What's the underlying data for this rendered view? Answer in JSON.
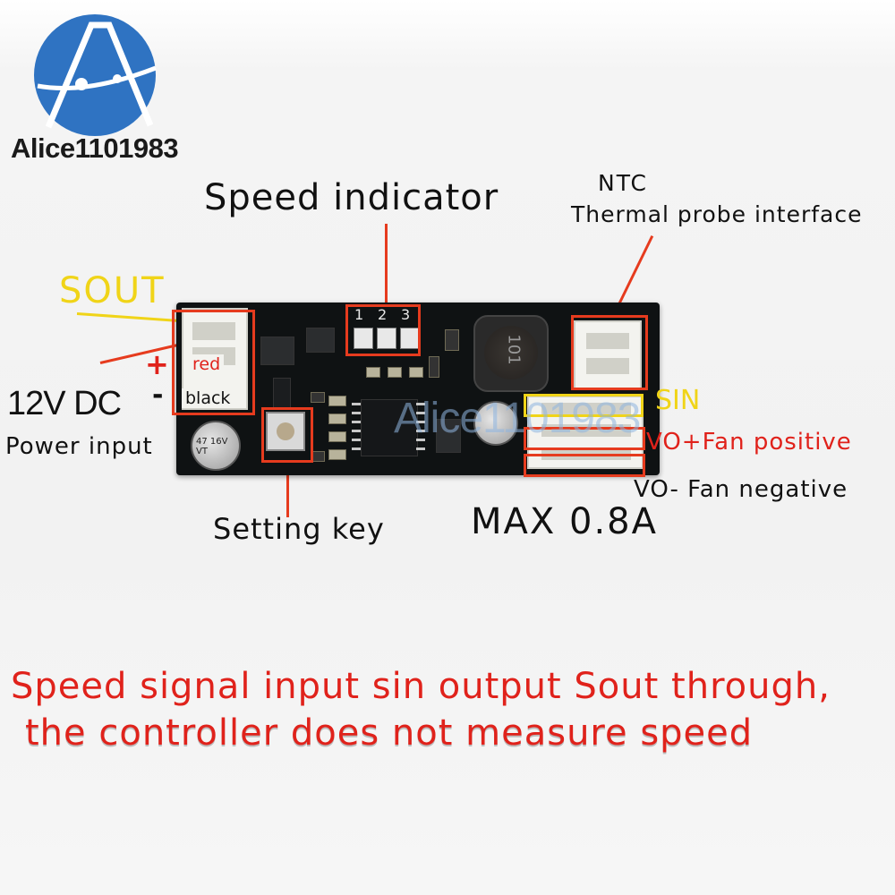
{
  "brand": {
    "name": "Alice1101983",
    "watermark": "Alice1101983"
  },
  "labels": {
    "speed_indicator": "Speed indicator",
    "led_numbers": [
      "1",
      "2",
      "3"
    ],
    "ntc_title": "NTC",
    "ntc_subtitle": "Thermal probe interface",
    "sout": "SOUT",
    "plus": "+",
    "minus": "-",
    "red": "red",
    "black": "black",
    "voltage": "12V DC",
    "power_input": "Power input",
    "sin": "SIN",
    "vo_plus": "VO+Fan positive",
    "vo_minus": "VO- Fan negative",
    "setting_key": "Setting key",
    "max_current": "MAX 0.8A",
    "capacitor_text": "47 16V VT",
    "inductor_text": "101",
    "bottom_line1": "Speed signal input sin output Sout through,",
    "bottom_line2": "the controller does not measure speed"
  },
  "colors": {
    "accent_red": "#e63b1e",
    "text_red": "#e0221b",
    "yellow": "#f0d418",
    "logo_blue": "#2f73c2",
    "pcb": "#0f1213"
  }
}
